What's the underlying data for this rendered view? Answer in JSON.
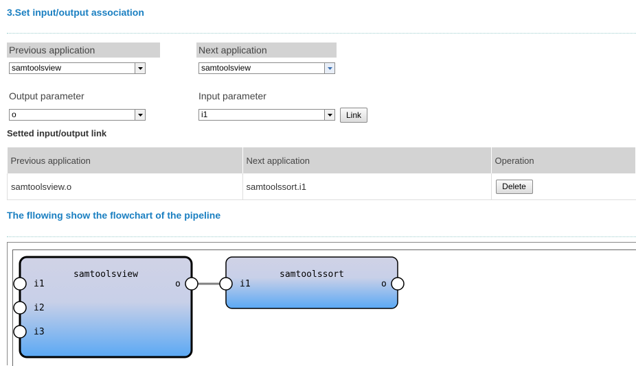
{
  "section3": {
    "title": "3.Set input/output association",
    "previous_app_label": "Previous application",
    "previous_app_value": "samtoolsview",
    "next_app_label": "Next application",
    "next_app_value": "samtoolsview",
    "output_param_label": "Output parameter",
    "output_param_value": "o",
    "input_param_label": "Input parameter",
    "input_param_value": "i1",
    "link_button": "Link"
  },
  "links_table": {
    "title": "Setted input/output link",
    "headers": [
      "Previous application",
      "Next application",
      "Operation"
    ],
    "rows": [
      {
        "previous": "samtoolsview.o",
        "next": "samtoolssort.i1",
        "operation": "Delete"
      }
    ]
  },
  "flowchart": {
    "title": "The fllowing show the flowchart of the pipeline",
    "nodes": [
      {
        "name": "samtoolsview",
        "inputs": [
          "i1",
          "i2",
          "i3"
        ],
        "output": "o"
      },
      {
        "name": "samtoolssort",
        "inputs": [
          "i1"
        ],
        "output": "o"
      }
    ]
  }
}
